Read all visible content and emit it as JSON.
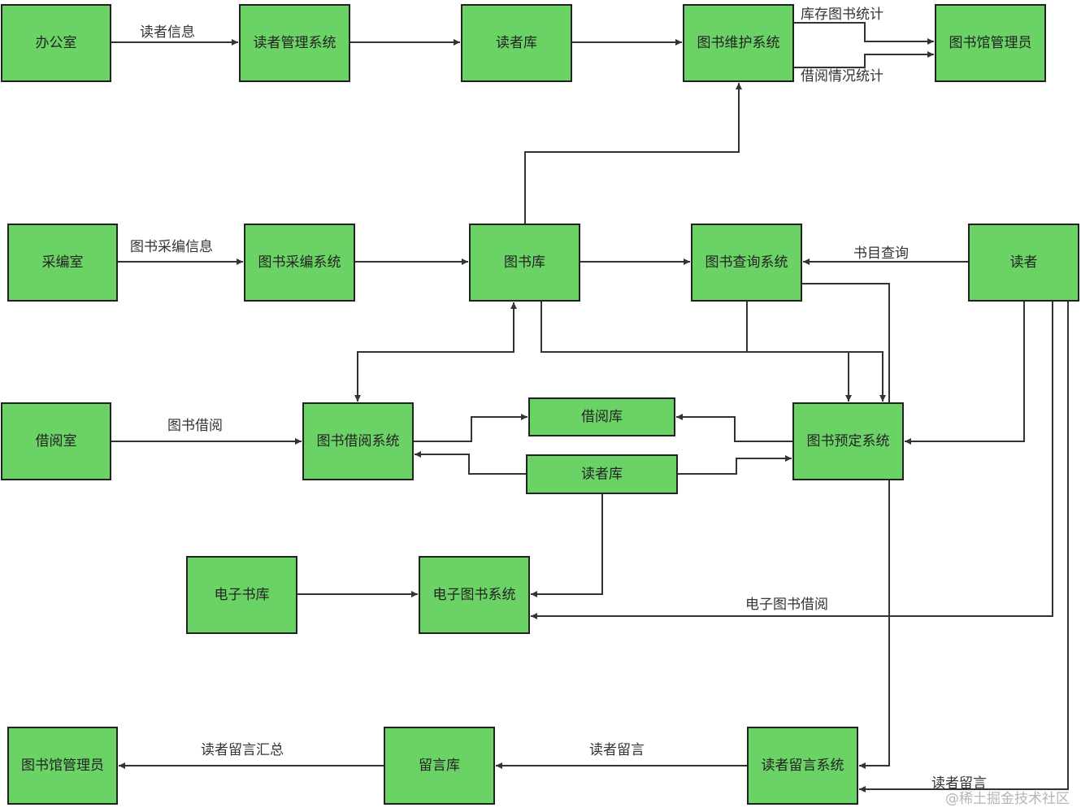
{
  "colors": {
    "node_fill": "#6bd365",
    "node_stroke": "#222222",
    "edge": "#333333"
  },
  "nodes": [
    {
      "id": "office",
      "label": "办公室"
    },
    {
      "id": "reader_mgmt",
      "label": "读者管理系统"
    },
    {
      "id": "reader_db_top",
      "label": "读者库"
    },
    {
      "id": "book_maint",
      "label": "图书维护系统"
    },
    {
      "id": "librarian_top",
      "label": "图书馆管理员"
    },
    {
      "id": "acq_room",
      "label": "采编室"
    },
    {
      "id": "acq_sys",
      "label": "图书采编系统"
    },
    {
      "id": "book_db",
      "label": "图书库"
    },
    {
      "id": "query_sys",
      "label": "图书查询系统"
    },
    {
      "id": "reader",
      "label": "读者"
    },
    {
      "id": "loan_room",
      "label": "借阅室"
    },
    {
      "id": "loan_sys",
      "label": "图书借阅系统"
    },
    {
      "id": "loan_db",
      "label": "借阅库"
    },
    {
      "id": "reader_db_mid",
      "label": "读者库"
    },
    {
      "id": "reserve_sys",
      "label": "图书预定系统"
    },
    {
      "id": "ebook_db",
      "label": "电子书库"
    },
    {
      "id": "ebook_sys",
      "label": "电子图书系统"
    },
    {
      "id": "librarian_bottom",
      "label": "图书馆管理员"
    },
    {
      "id": "msg_db",
      "label": "留言库"
    },
    {
      "id": "msg_sys",
      "label": "读者留言系统"
    }
  ],
  "edges": [
    {
      "id": "e1",
      "from": "office",
      "to": "reader_mgmt",
      "label": "读者信息"
    },
    {
      "id": "e2",
      "from": "reader_mgmt",
      "to": "reader_db_top",
      "label": ""
    },
    {
      "id": "e3",
      "from": "reader_db_top",
      "to": "book_maint",
      "label": ""
    },
    {
      "id": "e4",
      "from": "book_maint",
      "to": "librarian_top",
      "label": "库存图书统计"
    },
    {
      "id": "e5",
      "from": "book_maint",
      "to": "librarian_top",
      "label": "借阅情况统计"
    },
    {
      "id": "e6",
      "from": "book_db",
      "to": "book_maint",
      "label": ""
    },
    {
      "id": "e7",
      "from": "acq_room",
      "to": "acq_sys",
      "label": "图书采编信息"
    },
    {
      "id": "e8",
      "from": "acq_sys",
      "to": "book_db",
      "label": ""
    },
    {
      "id": "e9",
      "from": "book_db",
      "to": "query_sys",
      "label": ""
    },
    {
      "id": "e10",
      "from": "reader",
      "to": "query_sys",
      "label": "书目查询"
    },
    {
      "id": "e11",
      "from": "loan_room",
      "to": "loan_sys",
      "label": "图书借阅"
    },
    {
      "id": "e12",
      "from": "loan_sys",
      "to": "book_db",
      "label": ""
    },
    {
      "id": "e13",
      "from": "book_db",
      "to": "loan_sys",
      "label": ""
    },
    {
      "id": "e14",
      "from": "book_db",
      "to": "reserve_sys",
      "label": ""
    },
    {
      "id": "e15",
      "from": "query_sys",
      "to": "reserve_sys",
      "label": ""
    },
    {
      "id": "e16",
      "from": "query_sys",
      "to": "msg_sys",
      "label": ""
    },
    {
      "id": "e17",
      "from": "loan_sys",
      "to": "loan_db",
      "label": ""
    },
    {
      "id": "e18",
      "from": "reader_db_mid",
      "to": "loan_sys",
      "label": ""
    },
    {
      "id": "e19",
      "from": "reserve_sys",
      "to": "loan_db",
      "label": ""
    },
    {
      "id": "e20",
      "from": "reader_db_mid",
      "to": "reserve_sys",
      "label": ""
    },
    {
      "id": "e21",
      "from": "reader",
      "to": "reserve_sys",
      "label": ""
    },
    {
      "id": "e22",
      "from": "reader_db_mid",
      "to": "ebook_sys",
      "label": ""
    },
    {
      "id": "e23",
      "from": "ebook_db",
      "to": "ebook_sys",
      "label": ""
    },
    {
      "id": "e24",
      "from": "reader",
      "to": "ebook_sys",
      "label": "电子图书借阅"
    },
    {
      "id": "e25",
      "from": "reader",
      "to": "msg_sys",
      "label": "读者留言"
    },
    {
      "id": "e26",
      "from": "msg_sys",
      "to": "msg_db",
      "label": "读者留言"
    },
    {
      "id": "e27",
      "from": "msg_db",
      "to": "librarian_bottom",
      "label": "读者留言汇总"
    }
  ],
  "watermark": "@稀土掘金技术社区"
}
